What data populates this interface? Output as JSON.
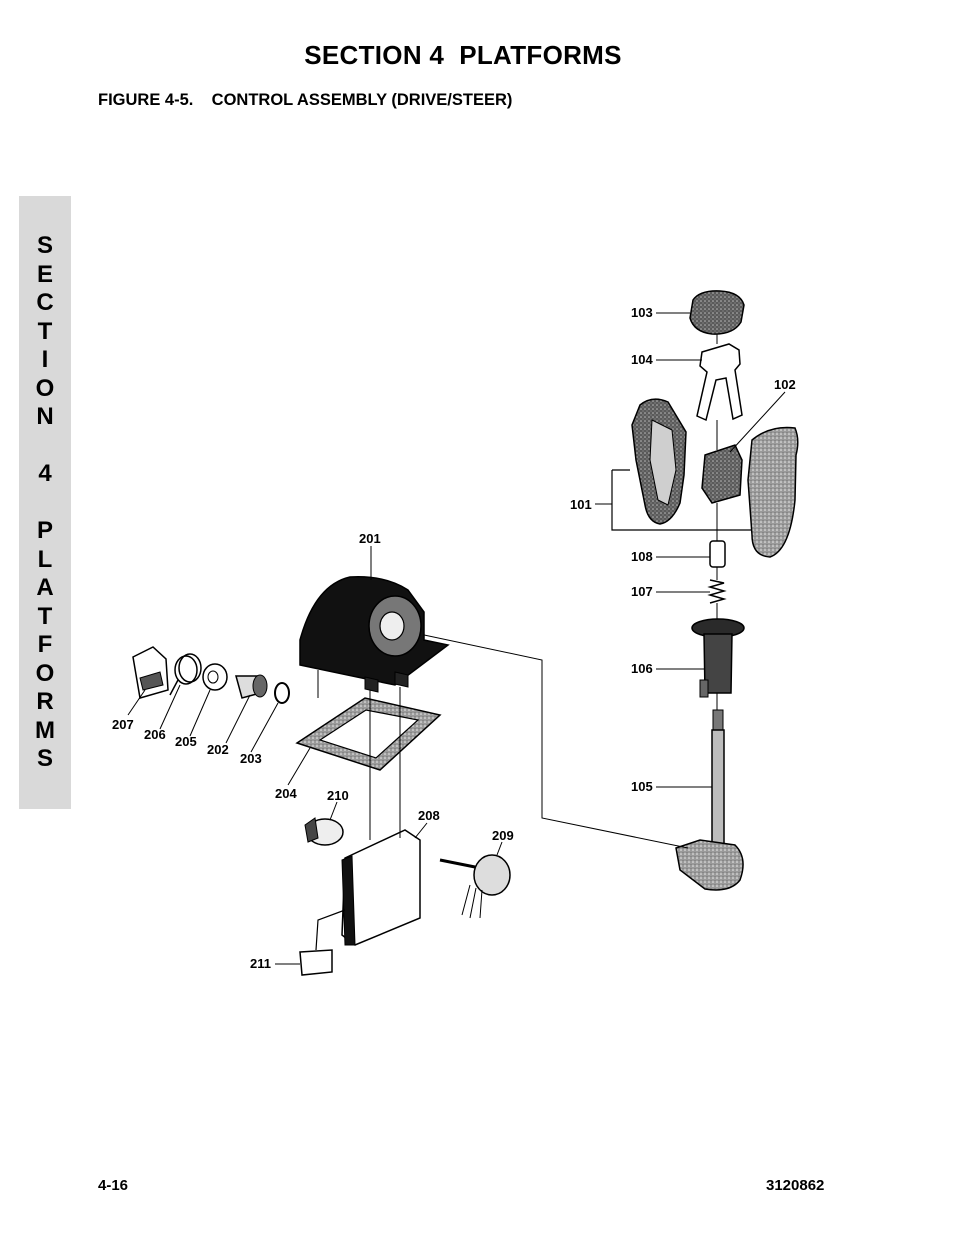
{
  "header": {
    "section_title": "SECTION 4  PLATFORMS",
    "figure_title": "FIGURE 4-5.    CONTROL ASSEMBLY (DRIVE/STEER)"
  },
  "side_tab": {
    "letters": [
      "S",
      "E",
      "C",
      "T",
      "I",
      "O",
      "N",
      "",
      "4",
      "",
      "P",
      "L",
      "A",
      "T",
      "F",
      "O",
      "R",
      "M",
      "S"
    ]
  },
  "callouts": {
    "c103": "103",
    "c104": "104",
    "c102": "102",
    "c101": "101",
    "c108": "108",
    "c107": "107",
    "c106": "106",
    "c105": "105",
    "c201": "201",
    "c207": "207",
    "c206": "206",
    "c205": "205",
    "c202": "202",
    "c203": "203",
    "c204": "204",
    "c210": "210",
    "c208": "208",
    "c209": "209",
    "c211": "211"
  },
  "footer": {
    "page_number": "4-16",
    "document_number": "3120862"
  },
  "colors": {
    "tab_background": "#d9d9d9",
    "ink": "#000000",
    "part_fill": "#4a4a4a"
  }
}
